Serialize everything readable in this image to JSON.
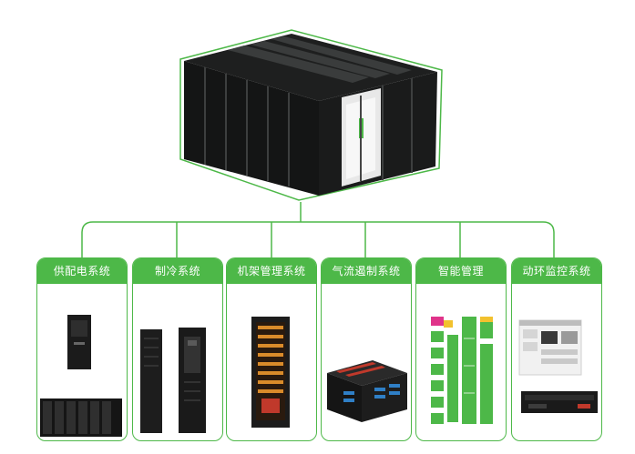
{
  "diagram": {
    "accent_color": "#4db848",
    "hub": {
      "icon": "micro-module-datacenter-icon"
    },
    "subsystems": [
      {
        "label": "供配电系统",
        "icon": "power-distribution-cabinet-icon"
      },
      {
        "label": "制冷系统",
        "icon": "cooling-unit-icon"
      },
      {
        "label": "机架管理系统",
        "icon": "server-rack-icon"
      },
      {
        "label": "气流遏制系统",
        "icon": "airflow-containment-icon"
      },
      {
        "label": "智能管理",
        "icon": "smart-management-flowchart-icon"
      },
      {
        "label": "动环监控系统",
        "icon": "environment-monitoring-icon"
      }
    ]
  }
}
